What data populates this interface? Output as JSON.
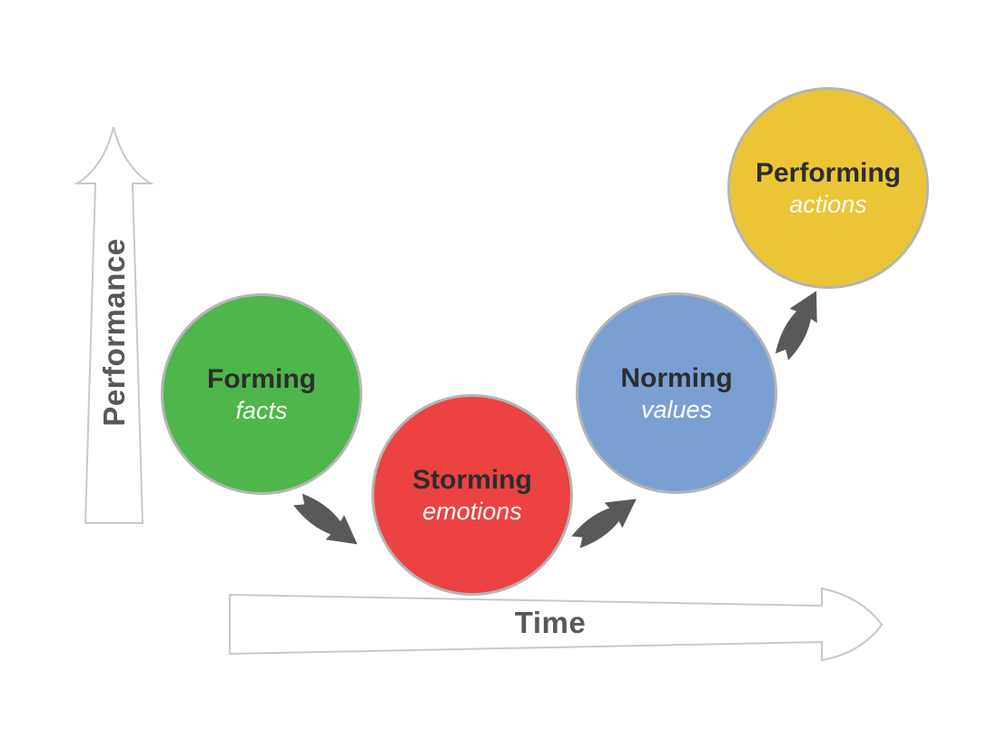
{
  "axes": {
    "performance_label": "Performance",
    "time_label": "Time",
    "label_color": "#58585a",
    "arrow_fill": "#ffffff",
    "arrow_stroke": "#c8c8cc"
  },
  "connectors": {
    "color": "#595959"
  },
  "stages": [
    {
      "label": "Forming",
      "sub": "facts",
      "color": "#4eb64b",
      "border": "#b5b5b5",
      "label_color": "#2d2d2d",
      "sub_color": "#ffffff"
    },
    {
      "label": "Storming",
      "sub": "emotions",
      "color": "#ec4242",
      "border": "#b5b5b5",
      "label_color": "#2d2d2d",
      "sub_color": "#ffffff"
    },
    {
      "label": "Norming",
      "sub": "values",
      "color": "#7aa0d3",
      "border": "#b5b5b5",
      "label_color": "#2d2d2d",
      "sub_color": "#ffffff"
    },
    {
      "label": "Performing",
      "sub": "actions",
      "color": "#ecc537",
      "border": "#b5b5b5",
      "label_color": "#2d2d2d",
      "sub_color": "#ffffff"
    }
  ]
}
